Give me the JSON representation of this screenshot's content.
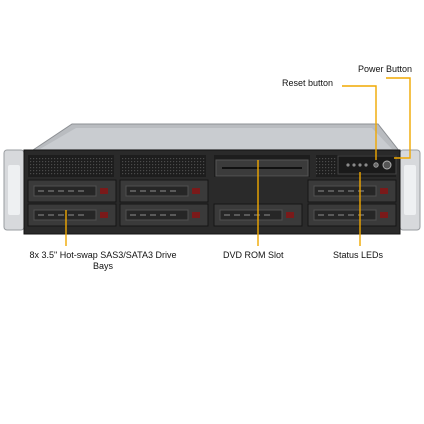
{
  "callouts": {
    "power_button": "Power Button",
    "reset_button": "Reset button",
    "drive_bays_line1": "8x 3.5\" Hot-swap SAS3/SATA3 Drive",
    "drive_bays_line2": "Bays",
    "dvd_rom": "DVD ROM Slot",
    "status_leds": "Status LEDs"
  },
  "colors": {
    "callout_line": "#f0a800",
    "chassis_top": "#b9bcc0",
    "bezel": "#2a2a2a",
    "drive_tray": "#3a3a3a",
    "ear": "#d7d9dc"
  },
  "drive_bays": [
    {
      "row": 1,
      "col": 1
    },
    {
      "row": 1,
      "col": 2
    },
    {
      "row": 1,
      "col": 4
    },
    {
      "row": 2,
      "col": 1
    },
    {
      "row": 2,
      "col": 2
    },
    {
      "row": 2,
      "col": 3
    },
    {
      "row": 2,
      "col": 4
    }
  ]
}
